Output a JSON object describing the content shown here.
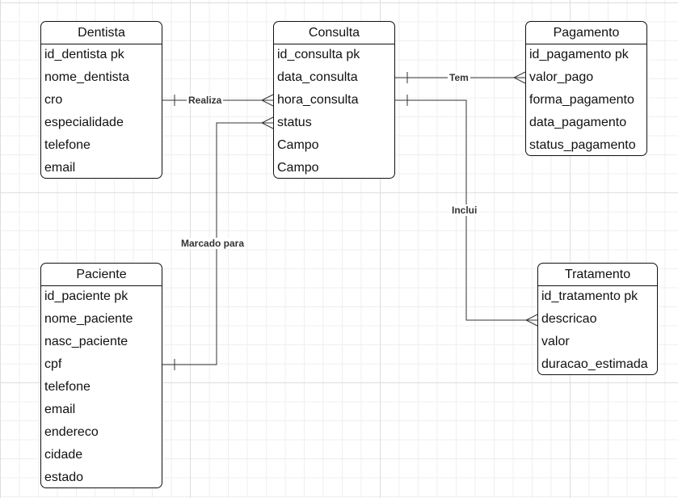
{
  "entities": {
    "dentista": {
      "title": "Dentista",
      "fields": [
        "id_dentista pk",
        "nome_dentista",
        "cro",
        "especialidade",
        "telefone",
        "email"
      ]
    },
    "consulta": {
      "title": "Consulta",
      "fields": [
        "id_consulta pk",
        "data_consulta",
        "hora_consulta",
        "status",
        "Campo",
        "Campo"
      ]
    },
    "pagamento": {
      "title": "Pagamento",
      "fields": [
        "id_pagamento pk",
        "valor_pago",
        "forma_pagamento",
        "data_pagamento",
        "status_pagamento"
      ]
    },
    "paciente": {
      "title": "Paciente",
      "fields": [
        "id_paciente pk",
        "nome_paciente",
        "nasc_paciente",
        "cpf",
        "telefone",
        "email",
        "endereco",
        "cidade",
        "estado"
      ]
    },
    "tratamento": {
      "title": "Tratamento",
      "fields": [
        "id_tratamento pk",
        "descricao",
        "valor",
        "duracao_estimada"
      ]
    }
  },
  "relationships": {
    "realiza": "Realiza",
    "tem": "Tem",
    "marcado_para": "Marcado para",
    "inclui": "Inclui"
  },
  "colors": {
    "border": "#111111",
    "connector": "#333333",
    "grid": "#dedede"
  }
}
